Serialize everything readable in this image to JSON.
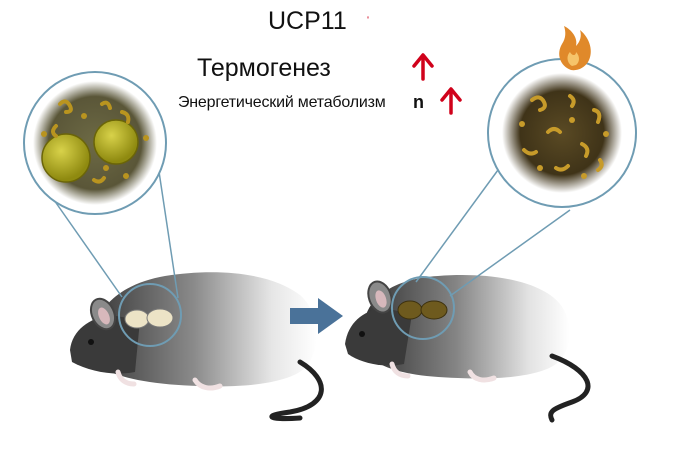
{
  "labels": {
    "ucp": "UCP11",
    "ucp_mark": "ˈ",
    "thermogenesis": "Термогенез",
    "energy_metabolism": "Энергетический метаболизм",
    "energy_mark": "n"
  },
  "icons": {
    "increase": "arrow-up-icon",
    "flame": "flame-icon",
    "transition": "arrow-right-icon"
  },
  "colors": {
    "increase_arrow": "#d0021b",
    "transition_arrow": "#4a7299",
    "zoom_outline": "#6f9cb3",
    "white_fat_droplet": "#c9c420",
    "brown_fat_tissue": "#6e5a1e",
    "flame": "#e0892a"
  }
}
